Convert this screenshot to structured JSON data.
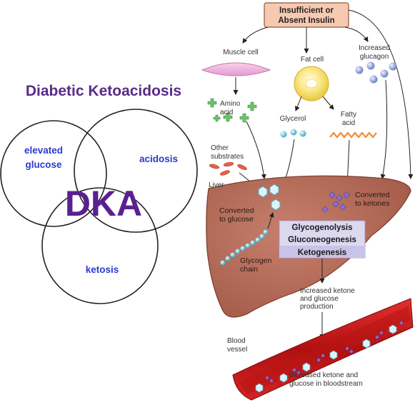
{
  "venn": {
    "title": "Diabetic Ketoacidosis",
    "center": "DKA",
    "circle_top_left": [
      "elevated",
      "glucose"
    ],
    "circle_top_right": "acidosis",
    "circle_bottom": "ketosis"
  },
  "pathway": {
    "top_box": [
      "Insufficient or",
      "Absent Insulin"
    ],
    "muscle_cell": "Muscle cell",
    "fat_cell": "Fat cell",
    "glucagon": [
      "Increased",
      "glucagon"
    ],
    "amino_acid": [
      "Amino",
      "acid"
    ],
    "glycerol": "Glycerol",
    "fatty_acid": [
      "Fatty",
      "acid"
    ],
    "other_substrates": [
      "Other",
      "substrates"
    ],
    "liver": "Liver",
    "converted_glucose": [
      "Converted",
      "to glucose"
    ],
    "converted_ketones": [
      "Converted",
      "to ketones"
    ],
    "processes": [
      "Glycogenolysis",
      "Gluconeogenesis",
      "Ketogenesis"
    ],
    "glycogen_chain": [
      "Glycogen",
      "chain"
    ],
    "increased_production": [
      "Increased ketone",
      "and glucose",
      "production"
    ],
    "blood_vessel": [
      "Blood",
      "vessel"
    ],
    "bloodstream": [
      "Increased ketone and",
      "glucose in bloodstream"
    ]
  },
  "colors": {
    "title": "#5a2a8a",
    "venn_label": "#2a3ad0",
    "liver": "#b86e5c",
    "top_box": "#f7c9b0",
    "process_box": "#d7d3ee",
    "vessel": "#c01818"
  }
}
